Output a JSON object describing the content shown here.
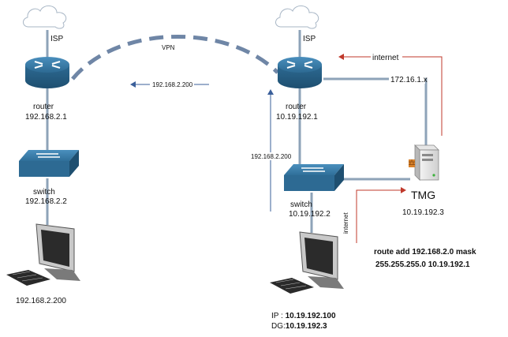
{
  "left": {
    "isp_label": "ISP",
    "router_label": "router",
    "router_ip": "192.168.2.1",
    "switch_label": "switch",
    "switch_ip": "192.168.2.2",
    "pc_ip": "192.168.2.200"
  },
  "right": {
    "isp_label": "ISP",
    "router_label": "router",
    "router_ip": "10.19.192.1",
    "switch_label": "switch",
    "switch_ip": "10.19.192.2",
    "router_external_ip": "172.16.1.x",
    "tmg_label": "TMG",
    "tmg_ip": "10.19.192.3",
    "pc_ip_prefix": "IP : ",
    "pc_ip": "10.19.192.100",
    "pc_dg_prefix": "DG:",
    "pc_dg": "10.19.192.3"
  },
  "links": {
    "vpn_label": "VPN",
    "arrow_top_label": "192.168.2.200",
    "arrow_vertical_label": "192.168.2.200",
    "internet_top_label": "internet",
    "internet_side_label": "internet"
  },
  "route_note": {
    "line1": "route add 192.168.2.0 mask",
    "line2": "255.255.255.0 10.19.192.1"
  },
  "colors": {
    "router_blue": "#2f6f99",
    "link_gray": "#8ea3b8",
    "vpn_dash": "#6f86a6",
    "arrow_red": "#c0392b",
    "arrow_blue": "#3a5f9a"
  }
}
